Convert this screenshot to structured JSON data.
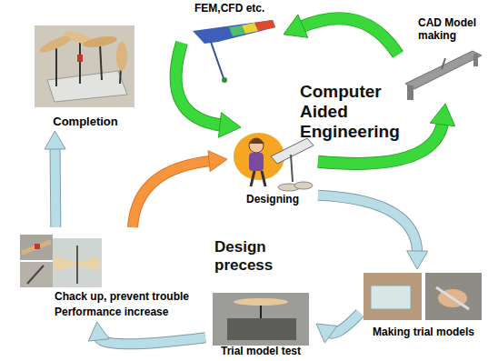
{
  "diagram": {
    "nodes": [
      {
        "text": [
          "Completion"
        ]
      },
      {
        "text": [
          "FEM,CFD etc."
        ]
      },
      {
        "text": [
          "CAD Model making"
        ]
      },
      {
        "text": [
          "Designing"
        ]
      },
      {
        "text": [
          "Making trial models"
        ]
      },
      {
        "text": [
          "Trial model test"
        ]
      },
      {
        "text": [
          "Chack up, prevent trouble",
          "Performance increase"
        ]
      }
    ],
    "edges": [
      {
        "from": 2,
        "to": 1,
        "arrow": "to"
      },
      {
        "from": 1,
        "to": 3,
        "arrow": "to"
      },
      {
        "from": 3,
        "to": 2,
        "arrow": "to"
      },
      {
        "from": 3,
        "to": 4,
        "arrow": "to"
      },
      {
        "from": 4,
        "to": 5,
        "arrow": "to"
      },
      {
        "from": 5,
        "to": 6,
        "arrow": "to"
      },
      {
        "from": 6,
        "to": 0,
        "arrow": "to"
      },
      {
        "from": 6,
        "to": 3,
        "arrow": "to"
      }
    ],
    "labels": [
      "Computer Aided Engineering",
      "Design precess"
    ]
  }
}
